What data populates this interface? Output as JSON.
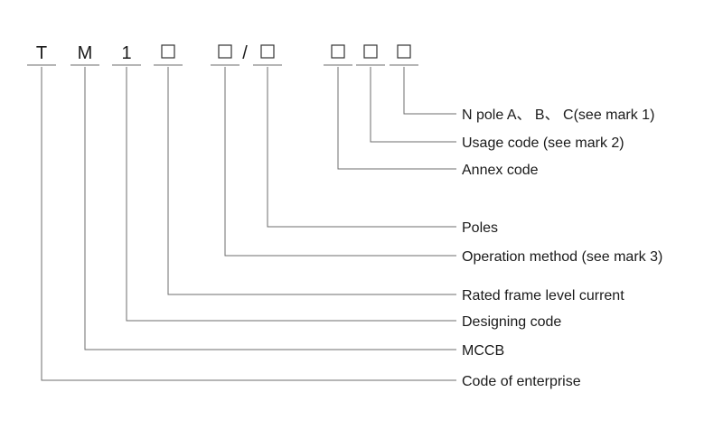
{
  "model_code": {
    "segments": [
      {
        "id": "t",
        "type": "char",
        "text": "T"
      },
      {
        "id": "m",
        "type": "char",
        "text": "M"
      },
      {
        "id": "one",
        "type": "char",
        "text": "1"
      },
      {
        "id": "frame",
        "type": "box"
      },
      {
        "id": "operation",
        "type": "box"
      },
      {
        "id": "slash",
        "type": "char",
        "text": "/"
      },
      {
        "id": "poles",
        "type": "box"
      },
      {
        "id": "annex",
        "type": "box"
      },
      {
        "id": "usage",
        "type": "box"
      },
      {
        "id": "npole",
        "type": "box"
      }
    ]
  },
  "labels": [
    {
      "segment": "npole",
      "text": "N pole A、 B、 C(see mark 1)"
    },
    {
      "segment": "usage",
      "text": "Usage code (see mark 2)"
    },
    {
      "segment": "annex",
      "text": "Annex code"
    },
    {
      "segment": "poles",
      "text": "Poles"
    },
    {
      "segment": "operation",
      "text": "Operation method (see mark 3)"
    },
    {
      "segment": "frame",
      "text": "Rated frame level current"
    },
    {
      "segment": "one",
      "text": "Designing code"
    },
    {
      "segment": "m",
      "text": "MCCB"
    },
    {
      "segment": "t",
      "text": "Code of enterprise"
    }
  ],
  "colors": {
    "line": "#6e6e6e",
    "text": "#1a1a1a",
    "background": "#ffffff"
  }
}
